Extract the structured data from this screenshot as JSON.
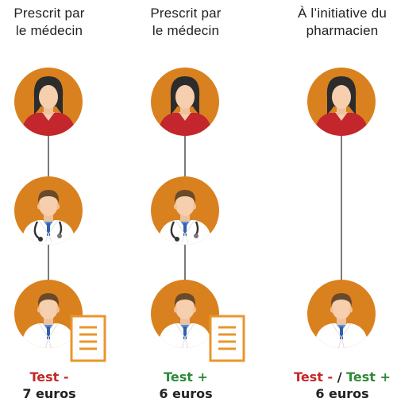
{
  "columns": [
    {
      "title_line1": "Prescrit par",
      "title_line2": "le médecin",
      "result_neg": "Test -",
      "result_price": "7 euros"
    },
    {
      "title_line1": "Prescrit par",
      "title_line2": "le médecin",
      "result_pos": "Test +",
      "result_price": "6 euros"
    },
    {
      "title_line1": "À l’initiative du",
      "title_line2": "pharmacien",
      "result_neg": "Test -",
      "result_separator": "/",
      "result_pos": "Test +",
      "result_price": "6 euros"
    }
  ],
  "colors": {
    "circle": "#d9811e",
    "negative": "#c62828",
    "positive": "#2e8b3a",
    "shirt_red": "#c4262e",
    "document_border": "#e8962c"
  },
  "icons": [
    "patient-icon",
    "doctor-icon",
    "pharmacist-icon",
    "document-icon"
  ]
}
